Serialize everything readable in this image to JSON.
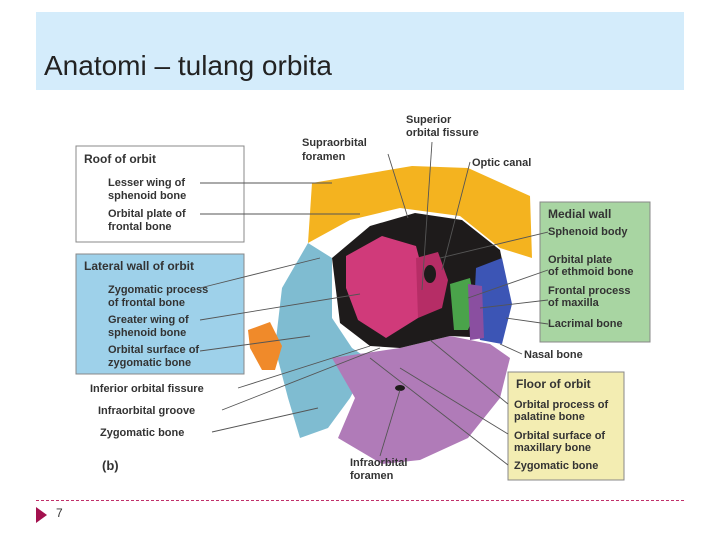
{
  "slide": {
    "title": "Anatomi – tulang orbita",
    "page_number": "7"
  },
  "diagram": {
    "panel_label": "(b)",
    "boxes": {
      "roof": {
        "heading": "Roof of orbit",
        "items": [
          [
            "Lesser wing of",
            "sphenoid bone"
          ],
          [
            "Orbital plate of",
            "frontal bone"
          ]
        ]
      },
      "lateral": {
        "heading": "Lateral wall of orbit",
        "items": [
          [
            "Zygomatic process",
            "of frontal bone"
          ],
          [
            "Greater wing of",
            "sphenoid bone"
          ],
          [
            "Orbital surface of",
            "zygomatic bone"
          ]
        ]
      },
      "medial": {
        "heading": "Medial wall",
        "items": [
          [
            "Sphenoid body"
          ],
          [
            "Orbital plate",
            "of ethmoid bone"
          ],
          [
            "Frontal process",
            "of maxilla"
          ],
          [
            "Lacrimal bone"
          ]
        ]
      },
      "floor": {
        "heading": "Floor of orbit",
        "items": [
          [
            "Orbital process of",
            "palatine bone"
          ],
          [
            "Orbital surface of",
            "maxillary bone"
          ],
          [
            "Zygomatic bone"
          ]
        ]
      }
    },
    "free_labels": {
      "superior_orbital_fissure": [
        "Superior",
        "orbital fissure"
      ],
      "supraorbital_foramen": [
        "Supraorbital",
        "foramen"
      ],
      "optic_canal": [
        "Optic canal"
      ],
      "nasal_bone": [
        "Nasal bone"
      ],
      "inferior_orbital_fissure": [
        "Inferior orbital fissure"
      ],
      "infraorbital_groove": [
        "Infraorbital groove"
      ],
      "zygomatic_bone": [
        "Zygomatic bone"
      ],
      "infraorbital_foramen": [
        "Infraorbital",
        "foramen"
      ]
    },
    "colors": {
      "frontal": "#f4b31f",
      "zygomatic": "#7fbcd1",
      "sphenoid": "#d03a7a",
      "ethmoid": "#4aa34a",
      "maxilla": "#b07bb8",
      "lacrimal": "#3c55b5",
      "orange_bone": "#f08a2a",
      "box_green": "#a8d5a2",
      "box_blue": "#9ed1ea",
      "box_yellow": "#f3edb2"
    }
  }
}
